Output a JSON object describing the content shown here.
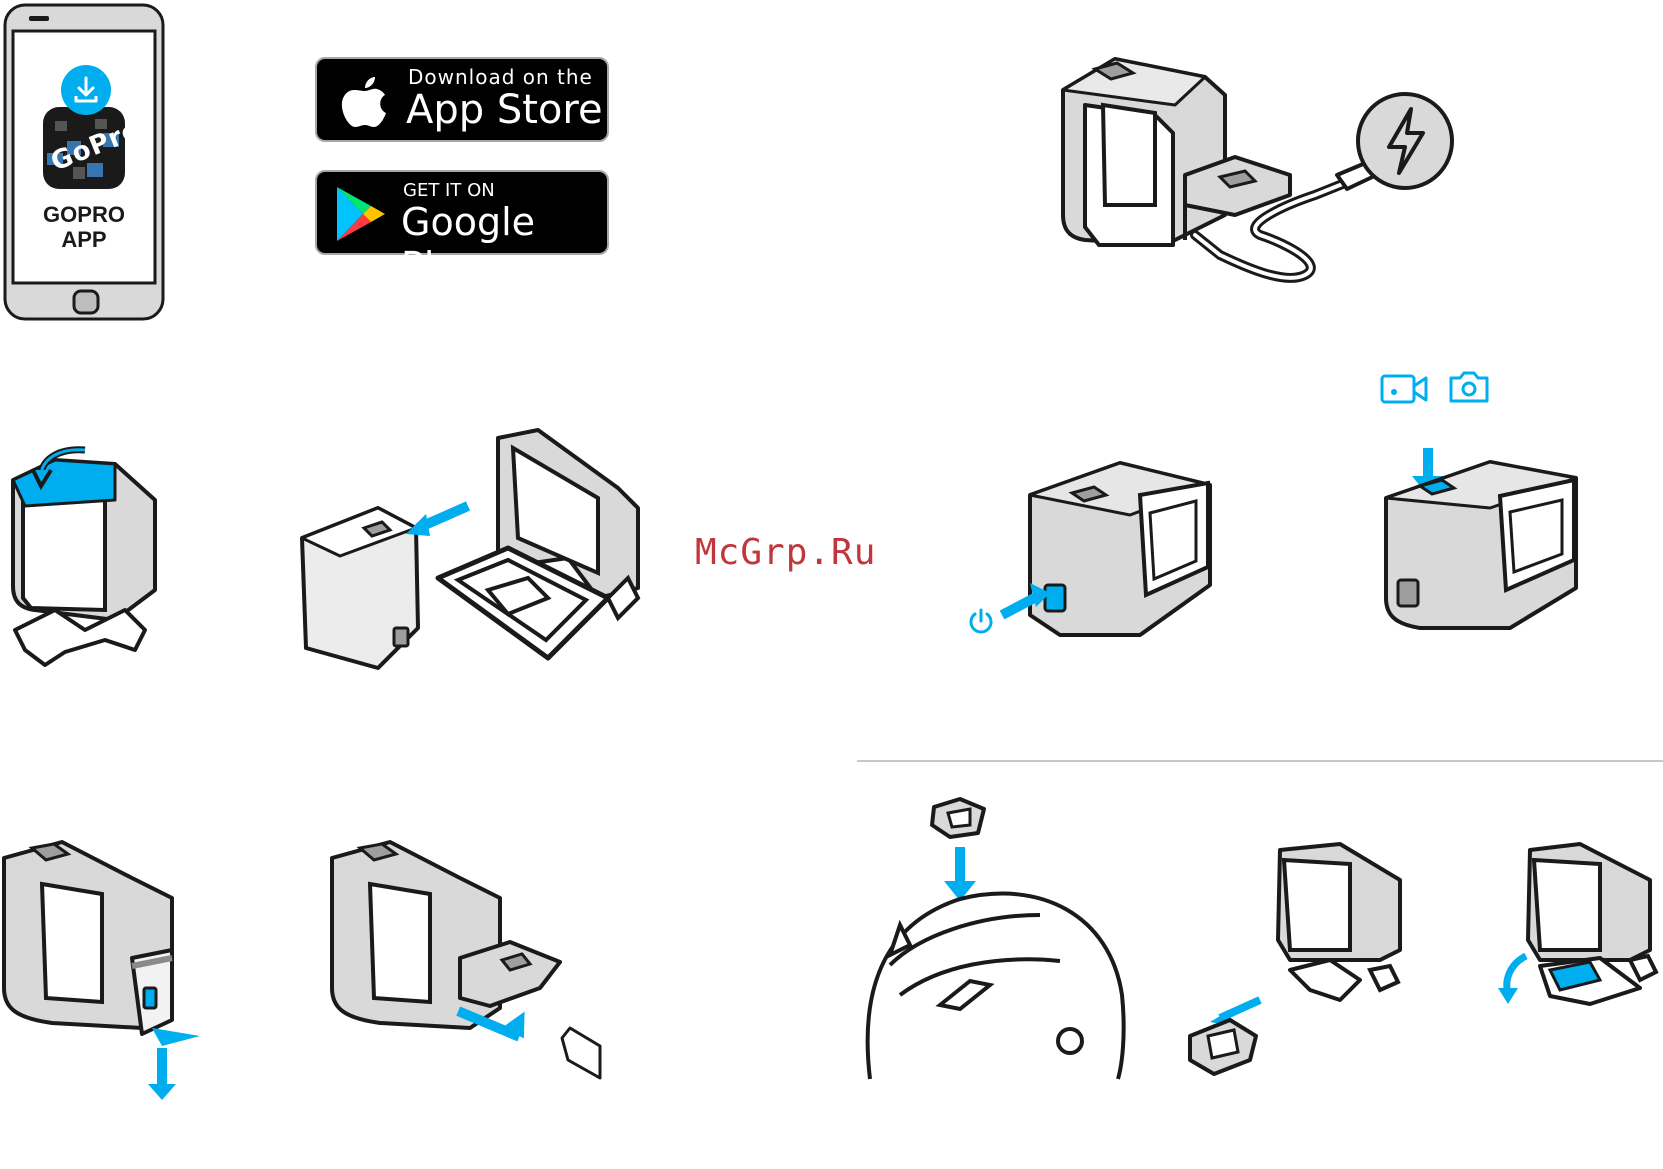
{
  "phone": {
    "app_label_line1": "GOPRO",
    "app_label_line2": "APP",
    "app_icon_text": "GoPro"
  },
  "app_store": {
    "small": "Download on the",
    "big": "App Store"
  },
  "google_play": {
    "small": "GET IT ON",
    "big": "Google Play"
  },
  "watermark": "McGrp.Ru",
  "colors": {
    "accent": "#00aeef",
    "outline": "#1a1a1a",
    "body": "#d9d9d9",
    "red": "#c0363a"
  },
  "icons": [
    "download-icon",
    "apple-icon",
    "google-play-icon",
    "lightning-icon",
    "power-icon",
    "video-mode-icon",
    "photo-mode-icon"
  ]
}
